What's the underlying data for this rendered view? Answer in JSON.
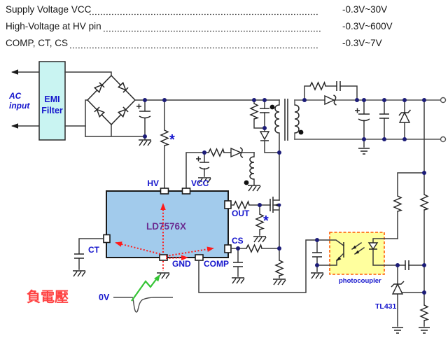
{
  "specs": {
    "rows": [
      {
        "label": "Supply Voltage VCC",
        "value": "-0.3V~30V"
      },
      {
        "label": "High-Voltage at HV pin",
        "value": "-0.3V~600V"
      },
      {
        "label": "COMP, CT, CS",
        "value": "-0.3V~7V"
      }
    ]
  },
  "schematic": {
    "ac_input": {
      "line1": "AC",
      "line2": "input"
    },
    "emi_filter": {
      "line1": "EMI",
      "line2": "Filter"
    },
    "ic": {
      "name": "LD7576X",
      "pins": {
        "hv": "HV",
        "vcc": "VCC",
        "out": "OUT",
        "cs": "CS",
        "comp": "COMP",
        "gnd": "GND",
        "ct": "CT"
      }
    },
    "photocoupler_label": "photocoupler",
    "tl431_label": "TL431",
    "annotations": {
      "negative_voltage": "負電壓",
      "zero_volt": "0V",
      "asterisk": "*"
    }
  },
  "colors": {
    "ic_fill": "#a2cbec",
    "emi_fill": "#c9f4f2",
    "opto_fill": "#ffff9e",
    "opto_border": "#ff5a00",
    "blue_label": "#1414cc",
    "purple_label": "#6b2d91",
    "red_annotation": "#ff4242",
    "arrow_red": "#ff1a1a",
    "arrow_green": "#35c435",
    "node_dot": "#1c1c78",
    "wire": "#3b3b3b"
  }
}
